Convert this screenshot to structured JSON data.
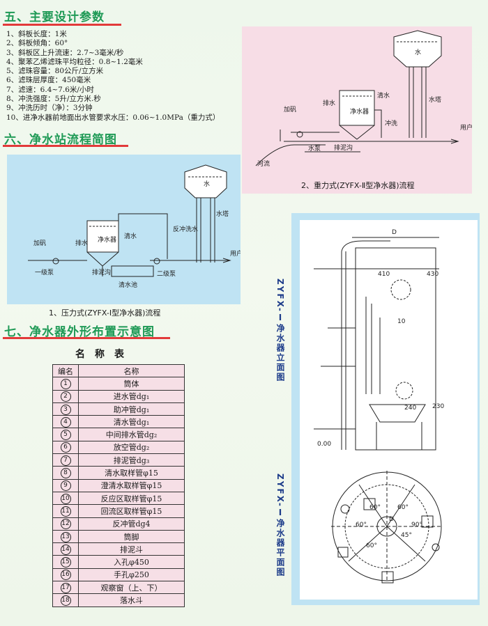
{
  "section5": {
    "title": "五、主要设计参数"
  },
  "params": [
    "1、斜板长度：1米",
    "2、斜板倾角：60°",
    "3、斜板区上升流速：2.7~3毫米/秒",
    "4、聚苯乙烯滤珠平均粒径：0.8~1.2毫米",
    "5、滤珠容量：80公斤/立方米",
    "6、滤珠层厚度：450毫米",
    "7、滤速：6.4~7.6米/小时",
    "8、冲洗强度：5升/立方米.秒",
    "9、冲洗历时（净）：3分钟",
    "10、进净水器前地面出水管要求水压：0.06~1.0MPa（重力式）"
  ],
  "section6": {
    "title": "六、净水站流程简图"
  },
  "diagram1": {
    "caption": "1、压力式(ZYFX-Ⅰ型净水器)流程",
    "labels": {
      "dose": "加矾",
      "pump1": "一级泵",
      "drain_valve": "排水",
      "purifier": "净水器",
      "drain_ditch": "排泥沟",
      "clear_water": "清水",
      "clear_pool": "清水池",
      "pump2": "二级泵",
      "backwash": "反冲洗水",
      "tank": "水",
      "tower": "水塔",
      "user": "用户"
    }
  },
  "diagram2": {
    "caption": "2、重力式(ZYFX-Ⅱ型净水器)流程",
    "labels": {
      "dose": "加矾",
      "drain": "排水",
      "purifier": "净水器",
      "clear_water": "清水",
      "flush": "冲洗",
      "tank": "水",
      "tower": "水塔",
      "user": "用户",
      "river": "河流",
      "pump": "水泵",
      "drain_ditch": "排泥沟"
    }
  },
  "section7": {
    "title": "七、净水器外形布置示意图"
  },
  "name_table": {
    "title": "名称表",
    "headers": [
      "编名",
      "名称"
    ],
    "rows": [
      {
        "num": "1",
        "name": "筒体"
      },
      {
        "num": "2",
        "name": "进水管dg₁"
      },
      {
        "num": "3",
        "name": "助冲管dg₁"
      },
      {
        "num": "4",
        "name": "清水管dg₁"
      },
      {
        "num": "5",
        "name": "中间排水管dg₂"
      },
      {
        "num": "6",
        "name": "放空管dg₂"
      },
      {
        "num": "7",
        "name": "排泥管dg₃"
      },
      {
        "num": "8",
        "name": "清水取样管φ15"
      },
      {
        "num": "9",
        "name": "澄清水取样管φ15"
      },
      {
        "num": "10",
        "name": "反应区取样管φ15"
      },
      {
        "num": "11",
        "name": "回流区取样管φ15"
      },
      {
        "num": "12",
        "name": "反冲管dg4"
      },
      {
        "num": "13",
        "name": "筒脚"
      },
      {
        "num": "14",
        "name": "排泥斗"
      },
      {
        "num": "15",
        "name": "入孔φ450"
      },
      {
        "num": "16",
        "name": "手孔φ250"
      },
      {
        "num": "17",
        "name": "观察窗（上、下）"
      },
      {
        "num": "18",
        "name": "落水斗"
      }
    ]
  },
  "elevation": {
    "title": "ZYFX-Ⅰ净水器立面图",
    "dim_d": "D",
    "dims": [
      "410",
      "430",
      "10",
      "240",
      "230",
      "0.00"
    ]
  },
  "plan": {
    "title": "ZYFX-Ⅰ净水器平面图",
    "angles": [
      "60°",
      "60°",
      "45°",
      "90°",
      "60°",
      "60°"
    ],
    "dim_d": "D"
  },
  "colors": {
    "section_title": "#1f9a56",
    "underline": "#e23a3a",
    "table_bg": "#f6dfe6",
    "panel_blue": "#bfe3f3",
    "panel_pink": "#f7dde6"
  }
}
